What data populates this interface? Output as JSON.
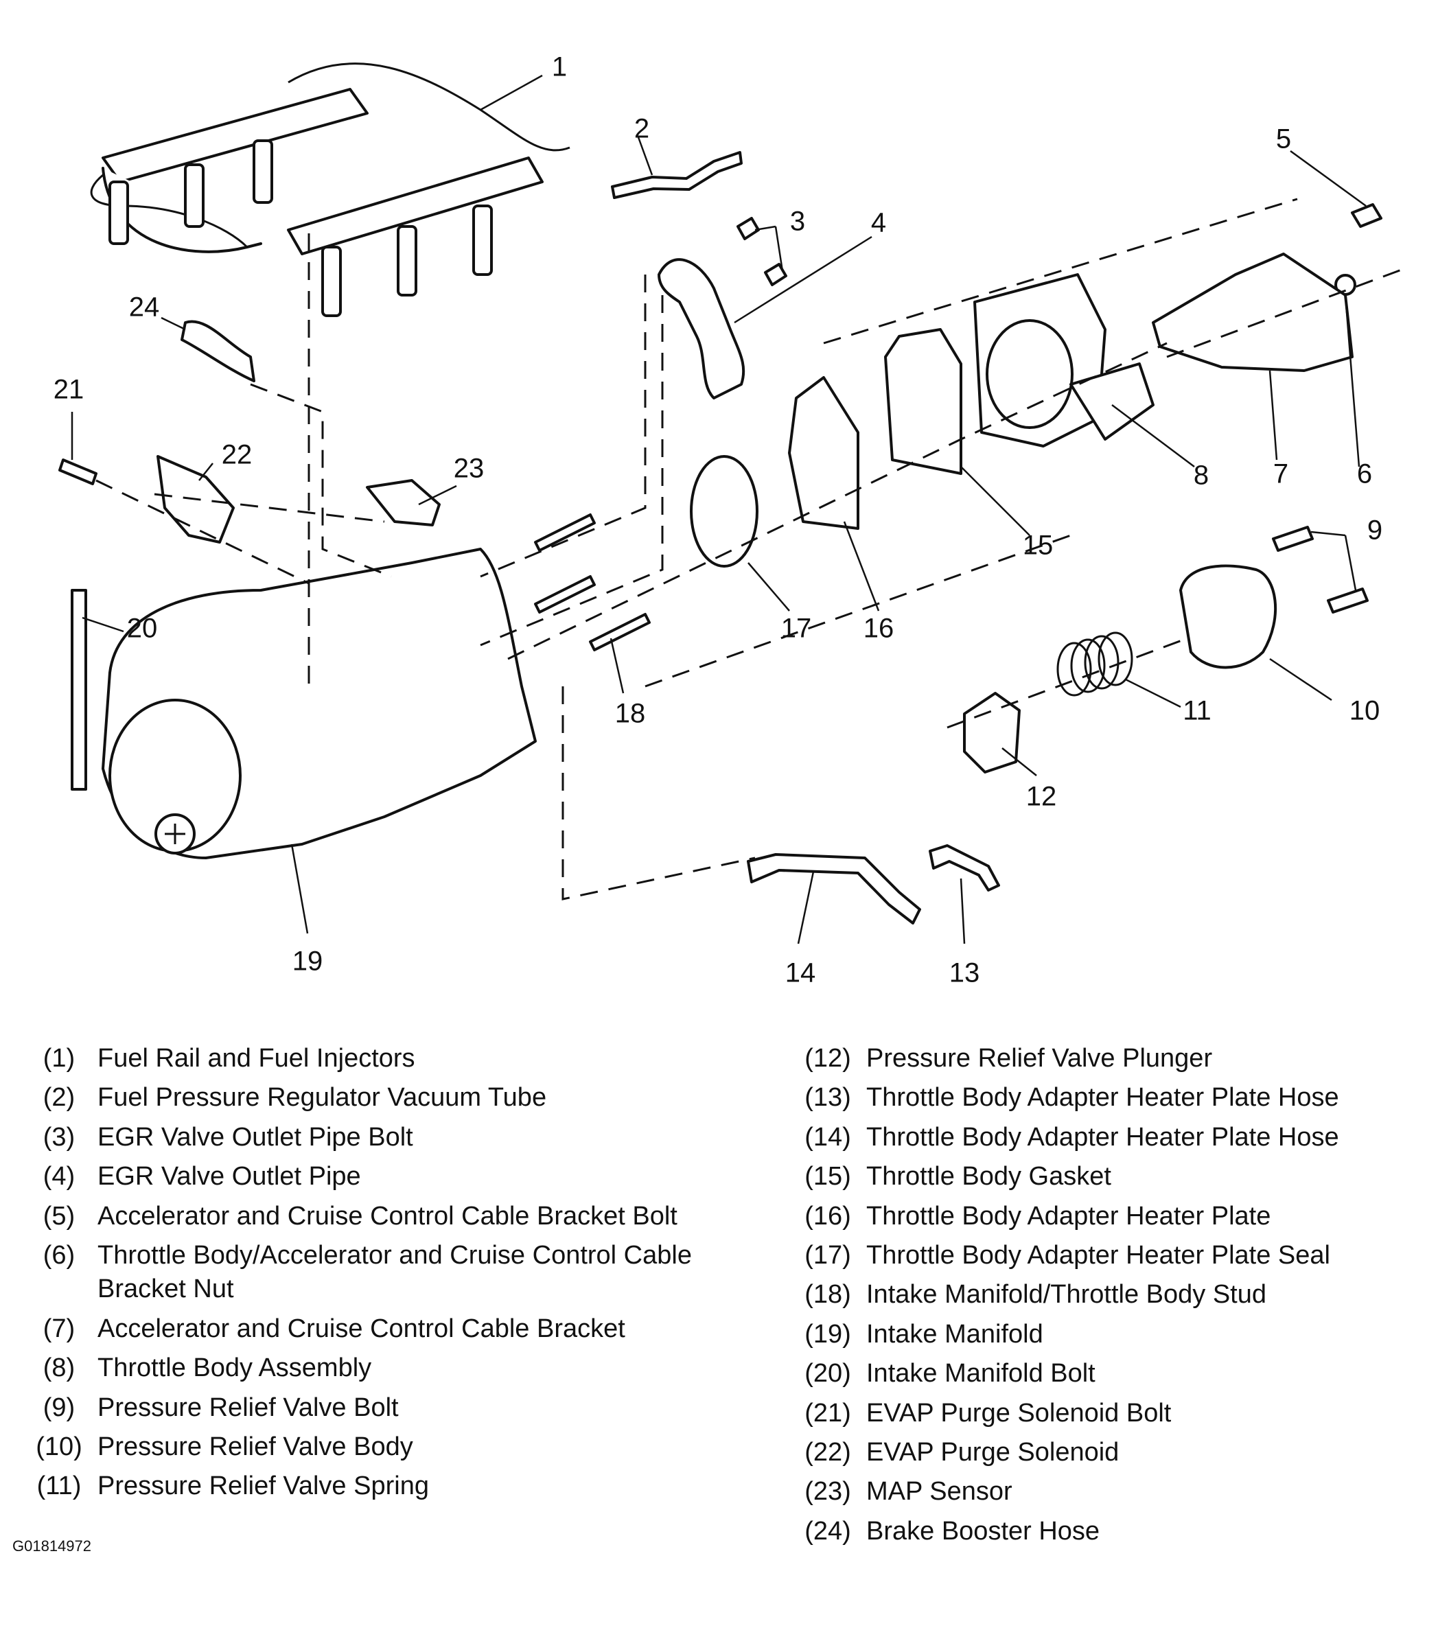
{
  "diagram": {
    "callouts": [
      "1",
      "2",
      "3",
      "4",
      "5",
      "6",
      "7",
      "8",
      "9",
      "10",
      "11",
      "12",
      "13",
      "14",
      "15",
      "16",
      "17",
      "18",
      "19",
      "20",
      "21",
      "22",
      "23",
      "24"
    ]
  },
  "legend": {
    "left": [
      {
        "num": "(1)",
        "label": "Fuel Rail and Fuel Injectors"
      },
      {
        "num": "(2)",
        "label": "Fuel Pressure Regulator Vacuum Tube"
      },
      {
        "num": "(3)",
        "label": "EGR Valve Outlet Pipe Bolt"
      },
      {
        "num": "(4)",
        "label": "EGR Valve Outlet Pipe"
      },
      {
        "num": "(5)",
        "label": "Accelerator and Cruise Control Cable Bracket Bolt"
      },
      {
        "num": "(6)",
        "label": "Throttle Body/Accelerator and Cruise Control Cable Bracket Nut"
      },
      {
        "num": "(7)",
        "label": "Accelerator and Cruise Control Cable Bracket"
      },
      {
        "num": "(8)",
        "label": "Throttle Body Assembly"
      },
      {
        "num": "(9)",
        "label": "Pressure Relief Valve Bolt"
      },
      {
        "num": "(10)",
        "label": "Pressure Relief Valve Body"
      },
      {
        "num": "(11)",
        "label": "Pressure Relief Valve Spring"
      }
    ],
    "right": [
      {
        "num": "(12)",
        "label": "Pressure Relief Valve Plunger"
      },
      {
        "num": "(13)",
        "label": "Throttle Body Adapter Heater Plate Hose"
      },
      {
        "num": "(14)",
        "label": "Throttle Body Adapter Heater Plate Hose"
      },
      {
        "num": "(15)",
        "label": "Throttle Body Gasket"
      },
      {
        "num": "(16)",
        "label": "Throttle Body Adapter Heater Plate"
      },
      {
        "num": "(17)",
        "label": "Throttle Body Adapter Heater Plate Seal"
      },
      {
        "num": "(18)",
        "label": "Intake Manifold/Throttle Body Stud"
      },
      {
        "num": "(19)",
        "label": "Intake Manifold"
      },
      {
        "num": "(20)",
        "label": "Intake Manifold Bolt"
      },
      {
        "num": "(21)",
        "label": "EVAP Purge Solenoid Bolt"
      },
      {
        "num": "(22)",
        "label": "EVAP Purge Solenoid"
      },
      {
        "num": "(23)",
        "label": "MAP Sensor"
      },
      {
        "num": "(24)",
        "label": "Brake Booster Hose"
      }
    ]
  },
  "figure_id": "G01814972"
}
